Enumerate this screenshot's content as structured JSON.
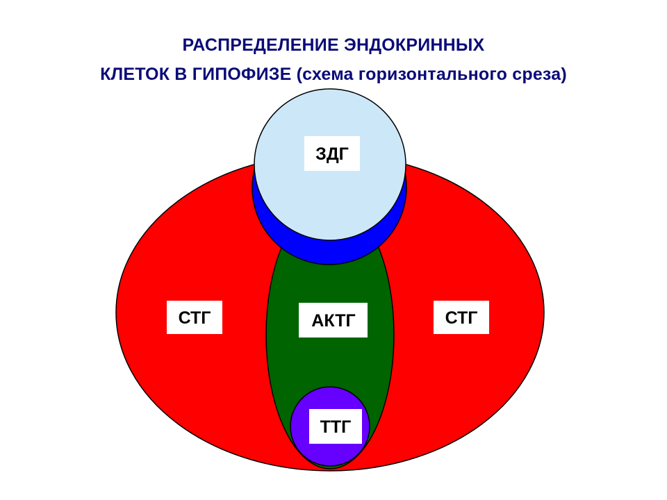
{
  "title": {
    "line1": "РАСПРЕДЕЛЕНИЕ ЭНДОКРИННЫХ",
    "line2": "КЛЕТОК В ГИПОФИЗЕ (схема горизонтального среза)"
  },
  "labels": {
    "zdg": "ЗДГ",
    "stg_left": "СТГ",
    "aktg": "АКТГ",
    "stg_right": "СТГ",
    "ttg": "ТТГ"
  },
  "colors": {
    "title": "#0b0b78",
    "stg_region": "#ff0000",
    "aktg_region": "#006400",
    "ttg_region": "#6600ff",
    "zdg_rim": "#0000ff",
    "zdg_core": "#cce8f8"
  }
}
